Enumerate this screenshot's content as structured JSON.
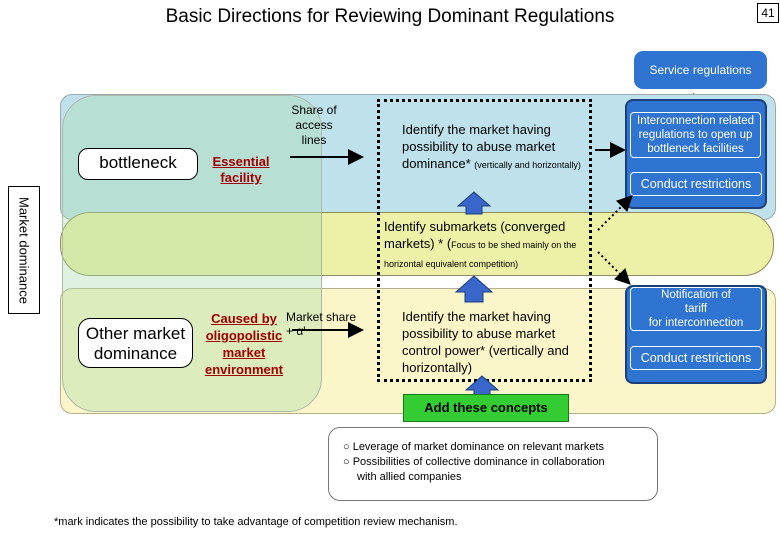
{
  "title": "Basic Directions for Reviewing Dominant Regulations",
  "page_number": "41",
  "service_regulations": "Service regulations",
  "plus_sign": "+",
  "side_label": "Market dominance",
  "bottleneck": "bottleneck",
  "essential_facility": [
    "Essential",
    "facility"
  ],
  "share_of_access_lines": [
    "Share of",
    "access",
    "lines"
  ],
  "identify_abuse_bottleneck": {
    "text": "Identify the market having possibility to abuse market dominance*",
    "small": "(vertically and horizontally)"
  },
  "identify_submarkets": {
    "text": "Identify submarkets (converged markets) * (",
    "small": "Focus to be shed mainly on the horizontal equivalent competition)"
  },
  "other_market_dominance": [
    "Other market",
    "dominance"
  ],
  "caused_by": [
    "Caused by",
    "oligopolistic",
    "market",
    "environment"
  ],
  "market_share": "Market share",
  "plus_alpha": "+ α'",
  "identify_control_power": "Identify the market having possibility to abuse market control power* (vertically and horizontally)",
  "interconnection_related": "Interconnection related regulations to open up bottleneck facilities",
  "conduct_restrictions_1": "Conduct restrictions",
  "notification_of_tariff": [
    "Notification of",
    "tariff",
    "for interconnection"
  ],
  "conduct_restrictions_2": "Conduct restrictions",
  "add_these_concepts": "Add these concepts",
  "concepts": [
    "○  Leverage of market dominance on relevant markets",
    "○  Possibilities of collective dominance in collaboration",
    "with allied companies"
  ],
  "footnote": "*mark indicates the possibility to take advantage of competition review mechanism.",
  "colors": {
    "blue_box": "#2f74d0",
    "blue_region": "#bfe1ec",
    "yellow_region": "#fbf6c9",
    "band": "#edf1a7",
    "green_button": "#33cc33",
    "red_text": "#a00000"
  }
}
